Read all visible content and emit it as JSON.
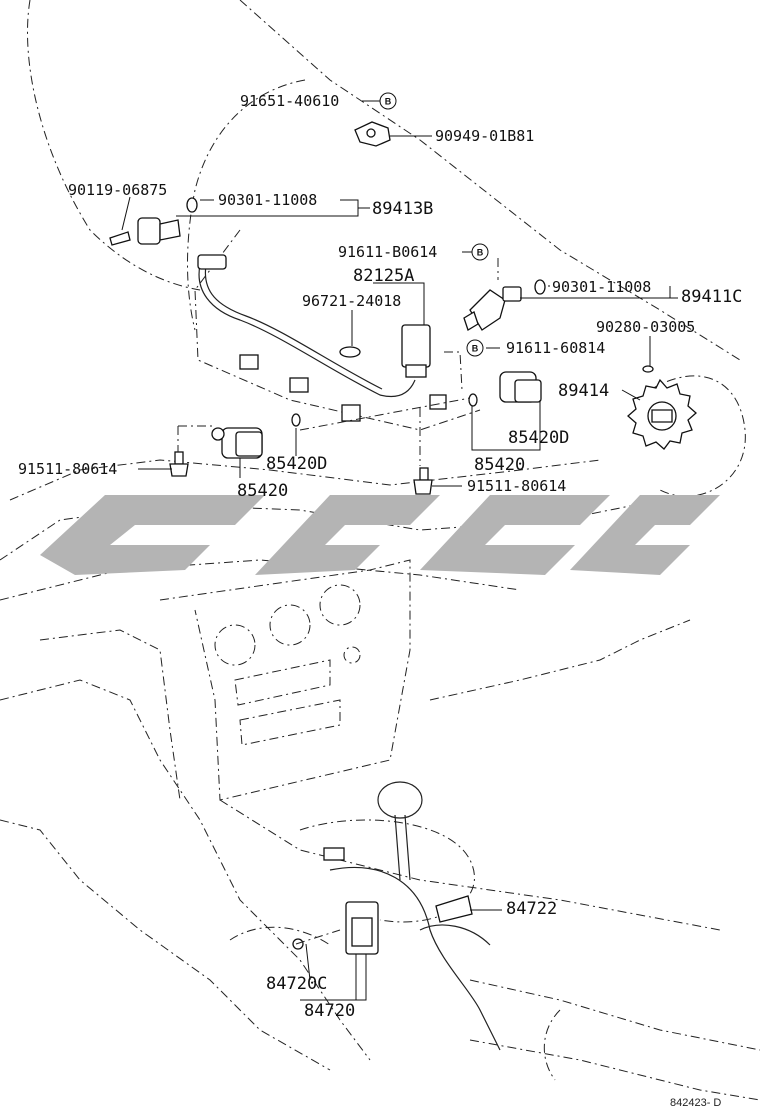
{
  "labels": {
    "p91651": "91651-40610",
    "p90949": "90949-01B81",
    "p90119": "90119-06875",
    "p90301a": "90301-11008",
    "p89413B": "89413B",
    "p91611a": "91611-B0614",
    "p82125A": "82125A",
    "p96721": "96721-24018",
    "p90301b": "90301-11008",
    "p89411C": "89411C",
    "p90280": "90280-03005",
    "p91611b": "91611-60814",
    "p89414": "89414",
    "p85420D_r": "85420D",
    "p85420_r": "85420",
    "p91511_l": "91511-80614",
    "p85420D_l": "85420D",
    "p85420_l": "85420",
    "p91511_r": "91511-80614",
    "p84722": "84722",
    "p84720C": "84720C",
    "p84720": "84720"
  },
  "badges": {
    "b1": "B",
    "b2": "B",
    "b3": "B"
  },
  "diagram_code": "842423- D",
  "watermark": {
    "color": "#b4b4b4"
  }
}
